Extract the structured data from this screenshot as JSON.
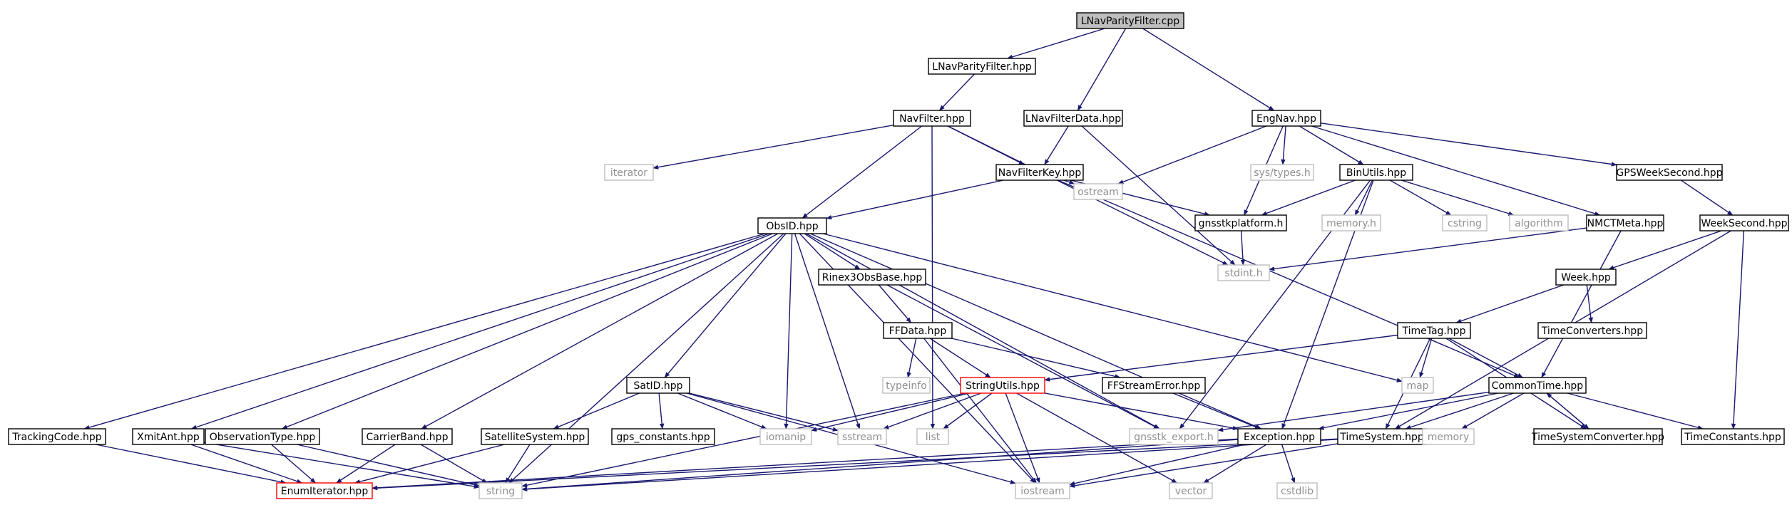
{
  "colors": {
    "edge": "#191970",
    "node_border": "#000000",
    "root_fill": "#bfbfbf",
    "external_border": "#bfbfbf",
    "external_text": "#909090",
    "truncated_border": "#ff0000"
  },
  "nodes": [
    {
      "id": "lnavparityfilter_cpp",
      "label": "LNavParityFilter.cpp",
      "kind": "root"
    },
    {
      "id": "lnavparityfilter_hpp",
      "label": "LNavParityFilter.hpp",
      "kind": "file"
    },
    {
      "id": "navfilter_hpp",
      "label": "NavFilter.hpp",
      "kind": "file"
    },
    {
      "id": "lnavfilterdata_hpp",
      "label": "LNavFilterData.hpp",
      "kind": "file"
    },
    {
      "id": "engnav_hpp",
      "label": "EngNav.hpp",
      "kind": "file"
    },
    {
      "id": "iterator",
      "label": "iterator",
      "kind": "external"
    },
    {
      "id": "navfilterkey_hpp",
      "label": "NavFilterKey.hpp",
      "kind": "file"
    },
    {
      "id": "sys_types_h",
      "label": "sys/types.h",
      "kind": "external"
    },
    {
      "id": "binutils_hpp",
      "label": "BinUtils.hpp",
      "kind": "file"
    },
    {
      "id": "gpsweeksecond_hpp",
      "label": "GPSWeekSecond.hpp",
      "kind": "file"
    },
    {
      "id": "ostream",
      "label": "ostream",
      "kind": "external"
    },
    {
      "id": "gnsstkplatform_h",
      "label": "gnsstkplatform.h",
      "kind": "file"
    },
    {
      "id": "memory_h",
      "label": "memory.h",
      "kind": "external"
    },
    {
      "id": "cstring",
      "label": "cstring",
      "kind": "external"
    },
    {
      "id": "algorithm",
      "label": "algorithm",
      "kind": "external"
    },
    {
      "id": "nmctmeta_hpp",
      "label": "NMCTMeta.hpp",
      "kind": "file"
    },
    {
      "id": "weeksecond_hpp",
      "label": "WeekSecond.hpp",
      "kind": "file"
    },
    {
      "id": "obsid_hpp",
      "label": "ObsID.hpp",
      "kind": "file"
    },
    {
      "id": "stdint_h",
      "label": "stdint.h",
      "kind": "external"
    },
    {
      "id": "rinex3obsbase_hpp",
      "label": "Rinex3ObsBase.hpp",
      "kind": "file"
    },
    {
      "id": "week_hpp",
      "label": "Week.hpp",
      "kind": "file"
    },
    {
      "id": "ffdata_hpp",
      "label": "FFData.hpp",
      "kind": "file"
    },
    {
      "id": "timetag_hpp",
      "label": "TimeTag.hpp",
      "kind": "file"
    },
    {
      "id": "timeconverters_hpp",
      "label": "TimeConverters.hpp",
      "kind": "file"
    },
    {
      "id": "typeinfo",
      "label": "typeinfo",
      "kind": "external"
    },
    {
      "id": "stringutils_hpp",
      "label": "StringUtils.hpp",
      "kind": "truncated"
    },
    {
      "id": "ffstreamerror_hpp",
      "label": "FFStreamError.hpp",
      "kind": "file"
    },
    {
      "id": "map",
      "label": "map",
      "kind": "external"
    },
    {
      "id": "satid_hpp",
      "label": "SatID.hpp",
      "kind": "file"
    },
    {
      "id": "commontime_hpp",
      "label": "CommonTime.hpp",
      "kind": "file"
    },
    {
      "id": "trackingcode_hpp",
      "label": "TrackingCode.hpp",
      "kind": "file"
    },
    {
      "id": "xmitant_hpp",
      "label": "XmitAnt.hpp",
      "kind": "file"
    },
    {
      "id": "observationtype_hpp",
      "label": "ObservationType.hpp",
      "kind": "file"
    },
    {
      "id": "carrierband_hpp",
      "label": "CarrierBand.hpp",
      "kind": "file"
    },
    {
      "id": "satellitesystem_hpp",
      "label": "SatelliteSystem.hpp",
      "kind": "file"
    },
    {
      "id": "gps_constants_hpp",
      "label": "gps_constants.hpp",
      "kind": "file"
    },
    {
      "id": "iomanip",
      "label": "iomanip",
      "kind": "external"
    },
    {
      "id": "sstream",
      "label": "sstream",
      "kind": "external"
    },
    {
      "id": "list",
      "label": "list",
      "kind": "external"
    },
    {
      "id": "gnsstk_export_h",
      "label": "gnsstk_export.h",
      "kind": "external"
    },
    {
      "id": "exception_hpp",
      "label": "Exception.hpp",
      "kind": "file"
    },
    {
      "id": "timesystem_hpp",
      "label": "TimeSystem.hpp",
      "kind": "file"
    },
    {
      "id": "memory",
      "label": "memory",
      "kind": "external"
    },
    {
      "id": "timesystemconverter_hpp",
      "label": "TimeSystemConverter.hpp",
      "kind": "file"
    },
    {
      "id": "timeconstants_hpp",
      "label": "TimeConstants.hpp",
      "kind": "file"
    },
    {
      "id": "enumiterator_hpp",
      "label": "EnumIterator.hpp",
      "kind": "truncated"
    },
    {
      "id": "string",
      "label": "string",
      "kind": "external"
    },
    {
      "id": "iostream",
      "label": "iostream",
      "kind": "external"
    },
    {
      "id": "vector",
      "label": "vector",
      "kind": "external"
    },
    {
      "id": "cstdlib",
      "label": "cstdlib",
      "kind": "external"
    }
  ],
  "edges": [
    [
      "lnavparityfilter_cpp",
      "lnavparityfilter_hpp"
    ],
    [
      "lnavparityfilter_cpp",
      "lnavfilterdata_hpp"
    ],
    [
      "lnavparityfilter_cpp",
      "engnav_hpp"
    ],
    [
      "lnavparityfilter_hpp",
      "navfilter_hpp"
    ],
    [
      "navfilter_hpp",
      "iterator"
    ],
    [
      "navfilter_hpp",
      "navfilterkey_hpp"
    ],
    [
      "navfilter_hpp",
      "obsid_hpp"
    ],
    [
      "navfilter_hpp",
      "list"
    ],
    [
      "navfilter_hpp",
      "stdint_h"
    ],
    [
      "lnavfilterdata_hpp",
      "navfilterkey_hpp"
    ],
    [
      "lnavfilterdata_hpp",
      "stdint_h"
    ],
    [
      "navfilterkey_hpp",
      "obsid_hpp"
    ],
    [
      "navfilterkey_hpp",
      "ostream"
    ],
    [
      "navfilterkey_hpp",
      "gnsstkplatform_h"
    ],
    [
      "navfilterkey_hpp",
      "commontime_hpp"
    ],
    [
      "engnav_hpp",
      "ostream"
    ],
    [
      "engnav_hpp",
      "sys_types_h"
    ],
    [
      "engnav_hpp",
      "gnsstkplatform_h"
    ],
    [
      "engnav_hpp",
      "binutils_hpp"
    ],
    [
      "engnav_hpp",
      "nmctmeta_hpp"
    ],
    [
      "engnav_hpp",
      "gpsweeksecond_hpp"
    ],
    [
      "binutils_hpp",
      "gnsstkplatform_h"
    ],
    [
      "binutils_hpp",
      "memory_h"
    ],
    [
      "binutils_hpp",
      "cstring"
    ],
    [
      "binutils_hpp",
      "algorithm"
    ],
    [
      "binutils_hpp",
      "gnsstk_export_h"
    ],
    [
      "binutils_hpp",
      "exception_hpp"
    ],
    [
      "gnsstkplatform_h",
      "stdint_h"
    ],
    [
      "nmctmeta_hpp",
      "stdint_h"
    ],
    [
      "nmctmeta_hpp",
      "commontime_hpp"
    ],
    [
      "gpsweeksecond_hpp",
      "weeksecond_hpp"
    ],
    [
      "weeksecond_hpp",
      "week_hpp"
    ],
    [
      "weeksecond_hpp",
      "timesystem_hpp"
    ],
    [
      "weeksecond_hpp",
      "timeconstants_hpp"
    ],
    [
      "week_hpp",
      "timetag_hpp"
    ],
    [
      "week_hpp",
      "timeconverters_hpp"
    ],
    [
      "obsid_hpp",
      "rinex3obsbase_hpp"
    ],
    [
      "obsid_hpp",
      "satid_hpp"
    ],
    [
      "obsid_hpp",
      "trackingcode_hpp"
    ],
    [
      "obsid_hpp",
      "xmitant_hpp"
    ],
    [
      "obsid_hpp",
      "observationtype_hpp"
    ],
    [
      "obsid_hpp",
      "carrierband_hpp"
    ],
    [
      "obsid_hpp",
      "iomanip"
    ],
    [
      "obsid_hpp",
      "sstream"
    ],
    [
      "obsid_hpp",
      "string"
    ],
    [
      "obsid_hpp",
      "iostream"
    ],
    [
      "obsid_hpp",
      "map"
    ],
    [
      "obsid_hpp",
      "gnsstk_export_h"
    ],
    [
      "obsid_hpp",
      "exception_hpp"
    ],
    [
      "rinex3obsbase_hpp",
      "ffdata_hpp"
    ],
    [
      "rinex3obsbase_hpp",
      "gnsstk_export_h"
    ],
    [
      "ffdata_hpp",
      "typeinfo"
    ],
    [
      "ffdata_hpp",
      "stringutils_hpp"
    ],
    [
      "ffdata_hpp",
      "ffstreamerror_hpp"
    ],
    [
      "ffdata_hpp",
      "iostream"
    ],
    [
      "ffstreamerror_hpp",
      "exception_hpp"
    ],
    [
      "stringutils_hpp",
      "iomanip"
    ],
    [
      "stringutils_hpp",
      "sstream"
    ],
    [
      "stringutils_hpp",
      "list"
    ],
    [
      "stringutils_hpp",
      "string"
    ],
    [
      "stringutils_hpp",
      "iostream"
    ],
    [
      "stringutils_hpp",
      "vector"
    ],
    [
      "stringutils_hpp",
      "exception_hpp"
    ],
    [
      "timetag_hpp",
      "stringutils_hpp"
    ],
    [
      "timetag_hpp",
      "map"
    ],
    [
      "timetag_hpp",
      "commontime_hpp"
    ],
    [
      "timetag_hpp",
      "timesystem_hpp"
    ],
    [
      "timetag_hpp",
      "timesystemconverter_hpp"
    ],
    [
      "commontime_hpp",
      "gnsstk_export_h"
    ],
    [
      "commontime_hpp",
      "exception_hpp"
    ],
    [
      "commontime_hpp",
      "timesystem_hpp"
    ],
    [
      "commontime_hpp",
      "memory"
    ],
    [
      "commontime_hpp",
      "timesystemconverter_hpp"
    ],
    [
      "commontime_hpp",
      "timeconstants_hpp"
    ],
    [
      "timesystemconverter_hpp",
      "commontime_hpp"
    ],
    [
      "satid_hpp",
      "satellitesystem_hpp"
    ],
    [
      "satid_hpp",
      "gps_constants_hpp"
    ],
    [
      "satid_hpp",
      "iomanip"
    ],
    [
      "satid_hpp",
      "sstream"
    ],
    [
      "satid_hpp",
      "iostream"
    ],
    [
      "trackingcode_hpp",
      "enumiterator_hpp"
    ],
    [
      "xmitant_hpp",
      "enumiterator_hpp"
    ],
    [
      "xmitant_hpp",
      "string"
    ],
    [
      "observationtype_hpp",
      "enumiterator_hpp"
    ],
    [
      "observationtype_hpp",
      "string"
    ],
    [
      "carrierband_hpp",
      "enumiterator_hpp"
    ],
    [
      "carrierband_hpp",
      "string"
    ],
    [
      "satellitesystem_hpp",
      "enumiterator_hpp"
    ],
    [
      "satellitesystem_hpp",
      "string"
    ],
    [
      "exception_hpp",
      "iostream"
    ],
    [
      "exception_hpp",
      "vector"
    ],
    [
      "exception_hpp",
      "cstdlib"
    ],
    [
      "exception_hpp",
      "string"
    ],
    [
      "exception_hpp",
      "enumiterator_hpp"
    ],
    [
      "timesystem_hpp",
      "iostream"
    ],
    [
      "timesystem_hpp",
      "string"
    ],
    [
      "timesystem_hpp",
      "enumiterator_hpp"
    ]
  ]
}
